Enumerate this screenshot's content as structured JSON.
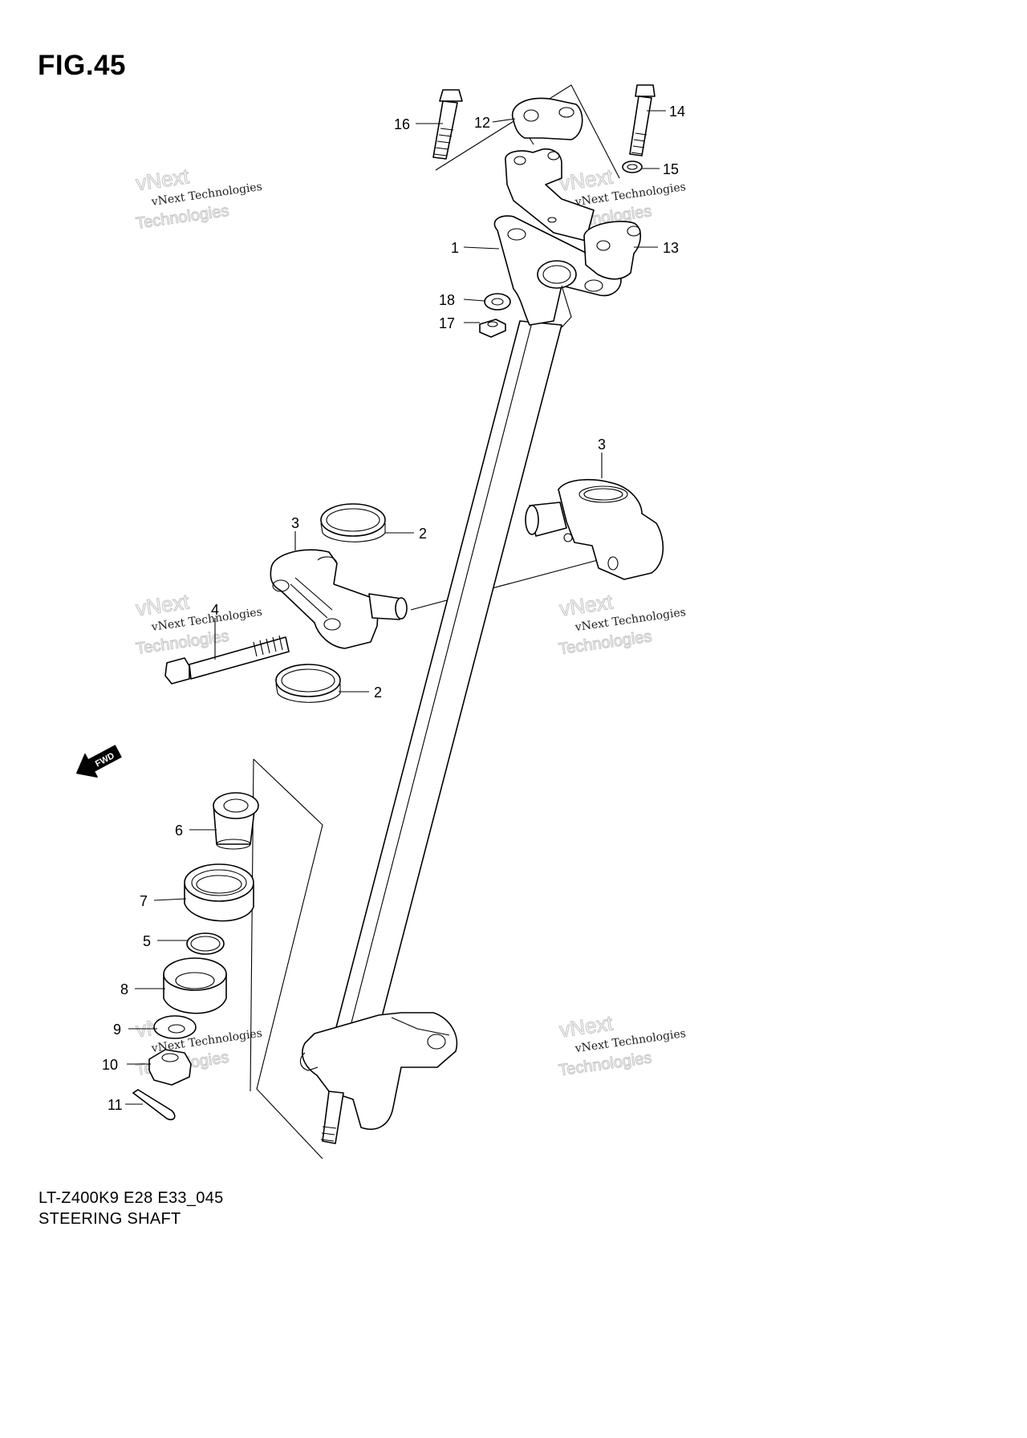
{
  "figure": {
    "title": "FIG.45",
    "model_code": "LT-Z400K9 E28 E33_045",
    "part_name": "STEERING SHAFT"
  },
  "fwd_label": "FWD",
  "watermark": {
    "line1": "vNext",
    "line2": "vNext Technologies",
    "line3": "Technologies"
  },
  "callouts": [
    {
      "num": "16"
    },
    {
      "num": "12"
    },
    {
      "num": "14"
    },
    {
      "num": "15"
    },
    {
      "num": "1"
    },
    {
      "num": "13"
    },
    {
      "num": "18"
    },
    {
      "num": "17"
    },
    {
      "num": "3"
    },
    {
      "num": "2"
    },
    {
      "num": "3"
    },
    {
      "num": "4"
    },
    {
      "num": "2"
    },
    {
      "num": "6"
    },
    {
      "num": "7"
    },
    {
      "num": "5"
    },
    {
      "num": "8"
    },
    {
      "num": "9"
    },
    {
      "num": "10"
    },
    {
      "num": "11"
    }
  ]
}
